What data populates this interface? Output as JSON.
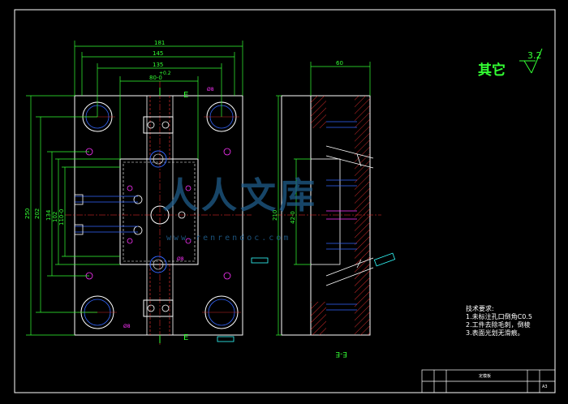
{
  "drawing": {
    "top_dims": {
      "d181": "181",
      "d145": "145",
      "d135": "135",
      "d80": "80-0",
      "d80_tol": "+0.2"
    },
    "left_dims": {
      "d250": "250",
      "d202": "202",
      "d134": "134",
      "d102": "102",
      "d110": "110-0"
    },
    "section_mark": "E",
    "section_label": "E-E",
    "side_width": "60",
    "side_height": "210",
    "side_inner": "42-0",
    "hole_label": "Ø8",
    "roughness_title": "其它",
    "roughness_value": "3.2",
    "watermark_big": "人人文库",
    "watermark_url": "www.renrendoc.com"
  },
  "notes": {
    "title": "技术要求:",
    "line1": "1.未标注孔口倒角C0.5",
    "line2": "2.工件去除毛刺，倒棱",
    "line3": "3.表面光划无滑痕。"
  },
  "title_block": {
    "name": "定模板",
    "code": "A3"
  },
  "colors": {
    "frame": "#ffffff",
    "dim": "#33ff33",
    "part": "#ffffff",
    "hidden": "#ff3333",
    "hole": "#3366ff",
    "hatch": "#ff3333",
    "cyan": "#33ffff",
    "magenta": "#ff33ff"
  }
}
